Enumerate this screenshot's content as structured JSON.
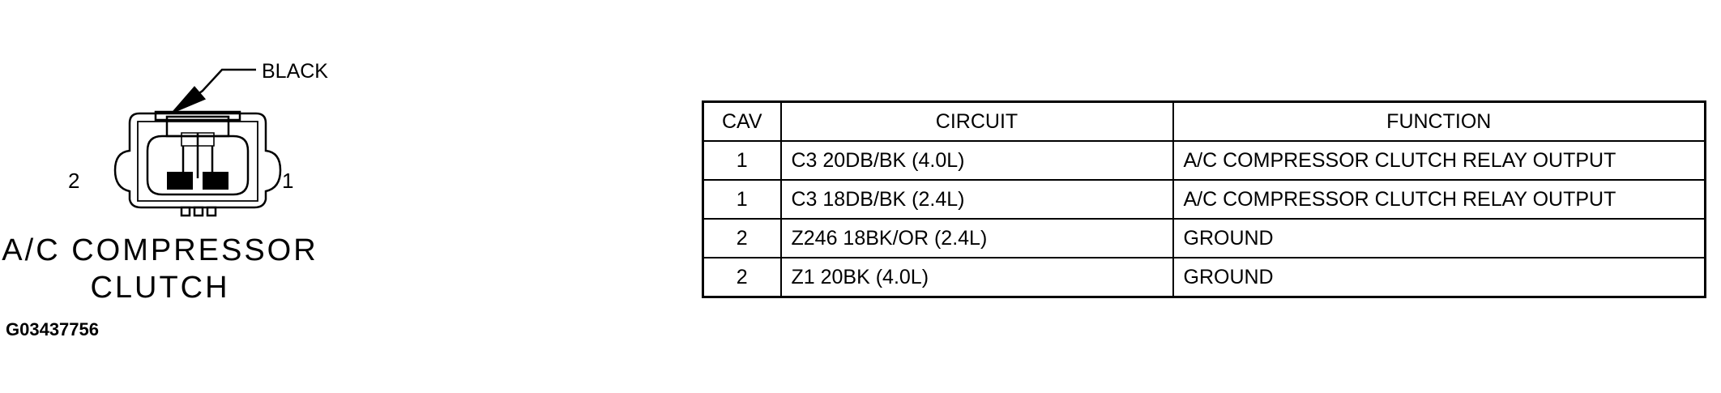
{
  "connector": {
    "arrow_label": "BLACK",
    "pin_left": "2",
    "pin_right": "1",
    "title_line1": "A/C COMPRESSOR",
    "title_line2": "CLUTCH",
    "figure_id": "G03437756"
  },
  "table": {
    "headers": [
      "CAV",
      "CIRCUIT",
      "FUNCTION"
    ],
    "rows": [
      {
        "cav": "1",
        "circuit": "C3 20DB/BK (4.0L)",
        "function": "A/C COMPRESSOR CLUTCH RELAY OUTPUT"
      },
      {
        "cav": "1",
        "circuit": "C3 18DB/BK (2.4L)",
        "function": "A/C COMPRESSOR CLUTCH RELAY OUTPUT"
      },
      {
        "cav": "2",
        "circuit": "Z246 18BK/OR (2.4L)",
        "function": "GROUND"
      },
      {
        "cav": "2",
        "circuit": "Z1 20BK (4.0L)",
        "function": "GROUND"
      }
    ]
  }
}
